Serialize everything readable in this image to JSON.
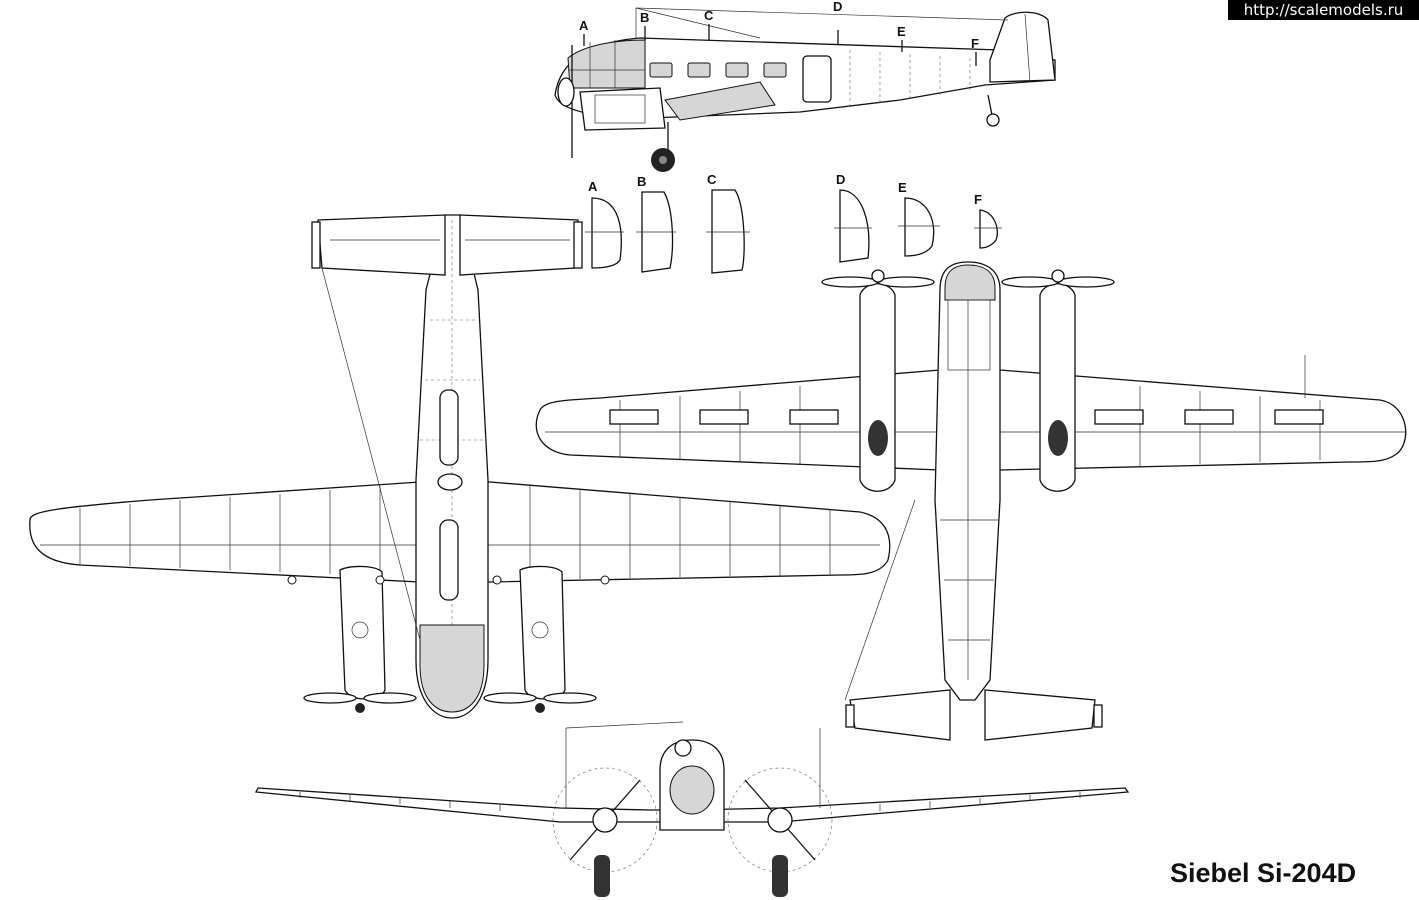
{
  "watermark": "http://scalemodels.ru",
  "title": "Siebel Si-204D",
  "section_labels": [
    "A",
    "B",
    "C",
    "D",
    "E",
    "F"
  ]
}
